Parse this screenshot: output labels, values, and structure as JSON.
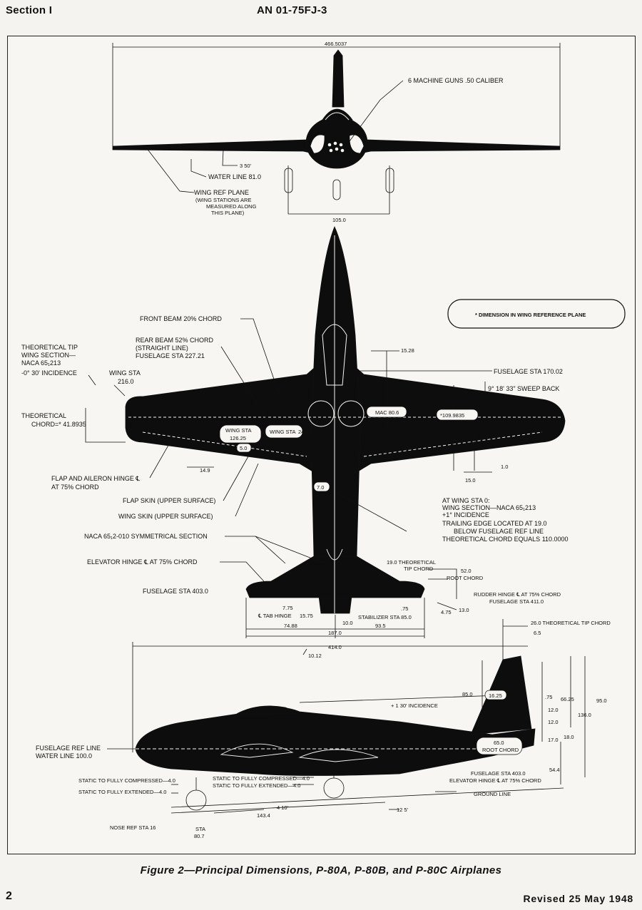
{
  "header": {
    "section": "Section I",
    "document": "AN 01-75FJ-3"
  },
  "front_view": {
    "span": "466.5037",
    "guns_note": "6 MACHINE GUNS .50 CALIBER",
    "dihedral": "3   50'",
    "water_line": "WATER LINE 81.0",
    "wing_ref_plane_1": "WING REF PLANE",
    "wing_ref_plane_2": "(WING STATIONS ARE",
    "wing_ref_plane_3": "MEASURED ALONG",
    "wing_ref_plane_4": "THIS PLANE)",
    "tread": "105.0"
  },
  "plan_view": {
    "legend_box": "* DIMENSION IN WING REFERENCE PLANE",
    "front_beam": "FRONT BEAM 20% CHORD",
    "rear_beam_1": "REAR BEAM 52% CHORD",
    "rear_beam_2": "(STRAIGHT LINE)",
    "rear_beam_3": "FUSELAGE STA 227.21",
    "tip_section_1": "THEORETICAL TIP",
    "tip_section_2": "WING SECTION—",
    "tip_section_3": "NACA 65₁213",
    "tip_section_4": "-0° 30' INCIDENCE",
    "wing_sta_216_1": "WING STA",
    "wing_sta_216_2": "216.0",
    "theo_chord_1": "THEORETICAL",
    "theo_chord_2": "CHORD=* 41.8935",
    "dim_15_28": "15.28",
    "fuselage_sta_170": "FUSELAGE STA 170.02",
    "sweep": "9° 18' 33\" SWEEP BACK",
    "mac": "MAC 80.6",
    "mac_chord": "*109.9835",
    "wing_sta_126_1": "WING STA",
    "wing_sta_126_2": "126.25",
    "wing_sta_24_1": "WING STA",
    "wing_sta_24_2": "24.0",
    "dim_5_0": "5.0",
    "dim_14_9": "14.9",
    "dim_15_0": "15.0",
    "dim_1_0": "1.0",
    "dim_7_0": "7.0",
    "flap_hinge_1": "FLAP AND AILERON HINGE ℄",
    "flap_hinge_2": "AT 75% CHORD",
    "flap_skin": "FLAP SKIN (UPPER SURFACE)",
    "wing_skin": "WING SKIN (UPPER SURFACE)",
    "root_1": "AT WING STA 0:",
    "root_2": "WING SECTION—NACA 65₁213",
    "root_3": "+1° INCIDENCE",
    "root_4": "TRAILING EDGE LOCATED AT 19.0",
    "root_5": "BELOW FUSELAGE REF LINE",
    "root_6": "THEORETICAL CHORD EQUALS 110.0000",
    "naca_sym": "NACA 65₁2-010 SYMMETRICAL SECTION",
    "elev_hinge": "ELEVATOR HINGE ℄ AT 75% CHORD",
    "fus_sta_403": "FUSELAGE STA 403.0",
    "tip_chord_19_1": "19.0 THEORETICAL",
    "tip_chord_19_2": "TIP CHORD",
    "root_chord_52_1": "52.0",
    "root_chord_52_2": "ROOT CHORD",
    "rudder_hinge_1": "RUDDER HINGE ℄ AT 75% CHORD",
    "rudder_hinge_2": "FUSELAGE STA 411.0",
    "tab_hinge": "℄ TAB HINGE",
    "dim_7_75": "7.75",
    "dim_15_75": "15.75",
    "dim_75": ".75",
    "stab_sta": "STABILIZER STA 85.0",
    "dim_4_75": "4.75",
    "dim_13_0": "13.0",
    "dim_74_88": "74.88",
    "dim_10_0": "10.0",
    "dim_93_5": "93.5",
    "dim_187": "187.0",
    "dim_10_12": "10.12"
  },
  "side_view": {
    "tip_chord_26": "26.0 THEORETICAL TIP CHORD",
    "dim_6_5": "6.5",
    "length": "414.0",
    "dim_85": "85.0",
    "dim_16_25": "16.25",
    "dim_75": ".75",
    "dim_66_25": "66.25",
    "dim_95": "95.0",
    "dim_136": "136.0",
    "dim_12_a": "12.0",
    "dim_12_b": "12.0",
    "incidence": "+ 1   30' INCIDENCE",
    "dim_17": "17.0",
    "dim_18": "18.0",
    "root_chord_65_1": "65.0",
    "root_chord_65_2": "ROOT CHORD",
    "fus_ref_1": "FUSELAGE REF LINE",
    "fus_ref_2": "WATER LINE 100.0",
    "dim_54_4": "54.4",
    "fus_sta_403": "FUSELAGE STA 403.0",
    "elev_hinge": "ELEVATOR HINGE ℄ AT 75% CHORD",
    "ground_line": "GROUND LINE",
    "static_comp_main": "STATIC TO FULLY COMPRESSED—4.0",
    "static_ext_main": "STATIC TO FULLY EXTENDED—4.0",
    "static_comp_nose": "STATIC TO FULLY COMPRESSED—4.0",
    "static_ext_nose": "STATIC TO FULLY EXTENDED—4.0",
    "angle_4_10": "4   10'",
    "angle_12_5": "12   5'",
    "dim_143_4": "143.4",
    "nose_ref": "NOSE REF STA 16",
    "sta_80_1": "STA",
    "sta_80_2": "80.7"
  },
  "caption": "Figure 2—Principal Dimensions, P-80A, P-80B, and P-80C Airplanes",
  "footer": {
    "page": "2",
    "revised": "Revised 25 May 1948"
  }
}
